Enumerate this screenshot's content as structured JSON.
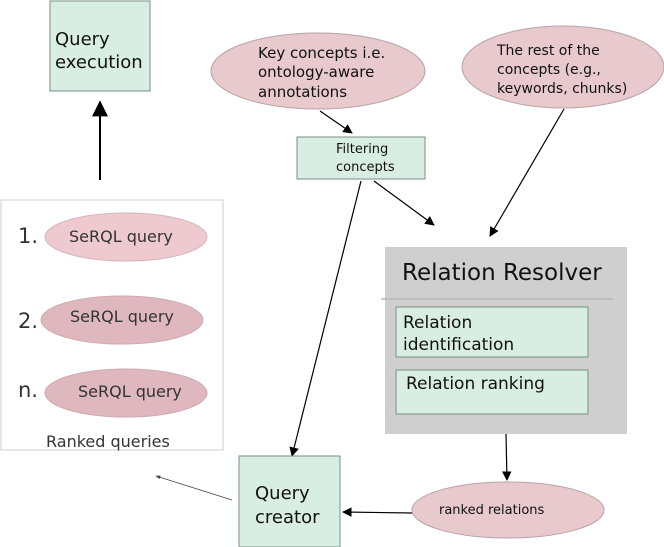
{
  "nodes": {
    "query_execution": {
      "line1": "Query",
      "line2": "execution"
    },
    "key_concepts": {
      "line1": "Key concepts i.e.",
      "line2": "ontology-aware",
      "line3": "annotations"
    },
    "rest_concepts": {
      "line1": "The rest of the",
      "line2": "concepts (e.g.,",
      "line3": "keywords, chunks)"
    },
    "filtering_concepts": {
      "line1": "Filtering",
      "line2": "concepts"
    },
    "relation_resolver": {
      "title": "Relation Resolver",
      "identification": {
        "line1": "Relation",
        "line2": "identification"
      },
      "ranking": "Relation ranking"
    },
    "ranked_queries": {
      "caption": "Ranked queries",
      "items": [
        {
          "number": "1.",
          "label": "SeRQL query"
        },
        {
          "number": "2.",
          "label": "SeRQL query"
        },
        {
          "number": "n.",
          "label": "SeRQL query"
        }
      ]
    },
    "query_creator": {
      "line1": "Query",
      "line2": "creator"
    },
    "ranked_relations": "ranked relations"
  },
  "colors": {
    "green_box": "#d9eee3",
    "green_border": "#6e8a7c",
    "pink_ellipse": "#e8c9ce",
    "pink_ellipse_dark": "#dfb8bf",
    "pink_light": "#efc9d0",
    "resolver_gray": "#cfcfcf"
  }
}
